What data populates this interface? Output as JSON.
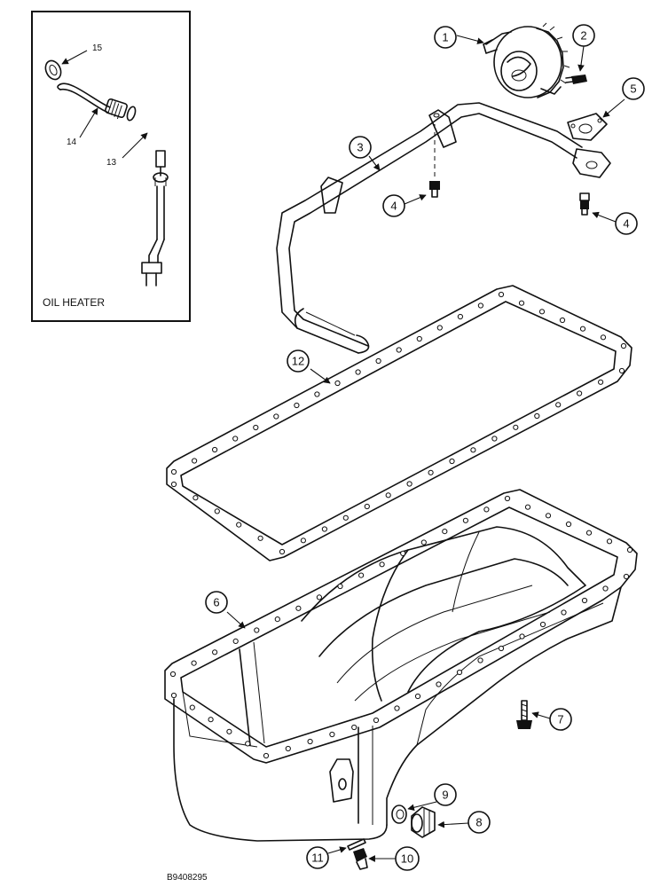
{
  "inset": {
    "title": "OIL HEATER",
    "callouts": [
      "15",
      "14",
      "13"
    ]
  },
  "callouts": {
    "c1": "1",
    "c2": "2",
    "c3": "3",
    "c4a": "4",
    "c4b": "4",
    "c5": "5",
    "c6": "6",
    "c7": "7",
    "c8": "8",
    "c9": "9",
    "c10": "10",
    "c11": "11",
    "c12": "12"
  },
  "figure_code": "B9408295"
}
